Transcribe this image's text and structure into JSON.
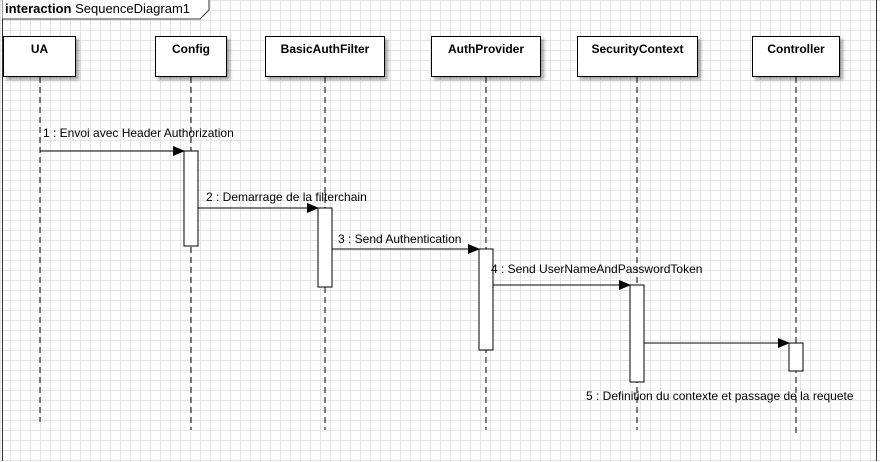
{
  "frame": {
    "keyword": "interaction",
    "name": "SequenceDiagram1"
  },
  "lifelines": [
    {
      "id": "ua",
      "label": "UA"
    },
    {
      "id": "config",
      "label": "Config"
    },
    {
      "id": "basicauthfilter",
      "label": "BasicAuthFilter"
    },
    {
      "id": "authprovider",
      "label": "AuthProvider"
    },
    {
      "id": "securitycontext",
      "label": "SecurityContext"
    },
    {
      "id": "controller",
      "label": "Controller"
    }
  ],
  "messages": [
    {
      "number": "1",
      "text": "1 : Envoi avec Header Authorization",
      "from": "ua",
      "to": "config"
    },
    {
      "number": "2",
      "text": "2 : Demarrage de la filterchain",
      "from": "config",
      "to": "basicauthfilter"
    },
    {
      "number": "3",
      "text": "3 : Send Authentication",
      "from": "basicauthfilter",
      "to": "authprovider"
    },
    {
      "number": "4",
      "text": "4 : Send UserNameAndPasswordToken",
      "from": "authprovider",
      "to": "securitycontext"
    },
    {
      "number": "5",
      "text": "5 : Definition du contexte et passage de la requete",
      "from": "securitycontext",
      "to": "controller"
    }
  ]
}
